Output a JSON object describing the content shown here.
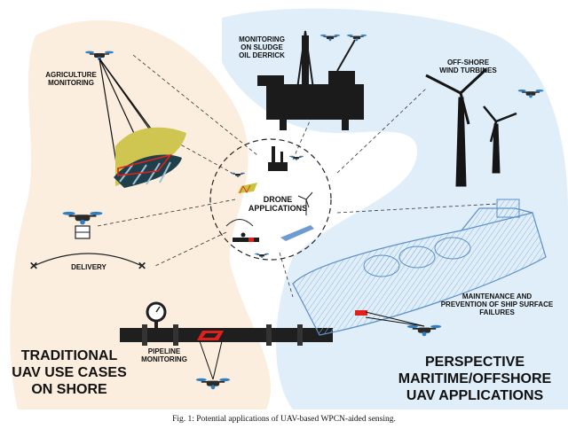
{
  "labels": {
    "agriculture": "AGRICULTURE\nMONITORING",
    "sludge": "MONITORING\nON SLUDGE\nOIL DERRICK",
    "wind": "OFF-SHORE\nWIND TURBINES",
    "drone_apps": "DRONE\nAPPLICATIONS",
    "delivery": "DELIVERY",
    "maintenance": "MAINTENANCE AND\nPREVENTION OF SHIP SURFACE\nFAILURES",
    "pipeline": "PIPELINE\nMONITORING",
    "traditional": "TRADITIONAL\nUAV USE CASES\nON SHORE",
    "perspective": "PERSPECTIVE\nMARITIME/OFFSHORE\nUAV APPLICATIONS"
  },
  "caption": "Fig. 1: Potential applications of UAV-based WPCN-aided sensing.",
  "colors": {
    "shore_bg": "#fbeede",
    "sea_bg": "#dfeef9",
    "ship": "#5b8fc7",
    "marker_red": "#e0211b",
    "drone_blue": "#2f7fc4"
  },
  "icons": [
    "drone-icon",
    "oil-rig-icon",
    "wind-turbine-icon",
    "ship-icon",
    "pipeline-icon",
    "package-icon",
    "pressure-gauge-icon",
    "field-icon"
  ]
}
